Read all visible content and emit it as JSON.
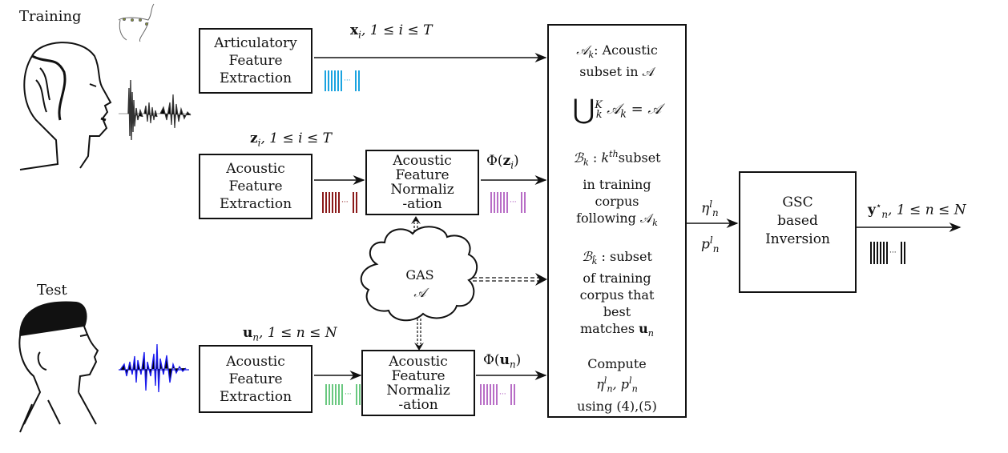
{
  "captions": {
    "training": "Training",
    "test": "Test"
  },
  "blocks": {
    "articulatory": [
      "Articulatory",
      "Feature",
      "Extraction"
    ],
    "acoustic_train": [
      "Acoustic",
      "Feature",
      "Extraction"
    ],
    "norm_train": [
      "Acoustic",
      "Feature",
      "Normaliz",
      "-ation"
    ],
    "acoustic_test": [
      "Acoustic",
      "Feature",
      "Extraction"
    ],
    "norm_test": [
      "Acoustic",
      "Feature",
      "Normaliz",
      "-ation"
    ],
    "gsc": [
      "GSC",
      "based",
      "Inversion"
    ],
    "gas": [
      "GAS",
      "𝒜"
    ]
  },
  "signals": {
    "x": {
      "var": "x",
      "sub": "i",
      "range": ", 1 ≤ i ≤ T"
    },
    "z": {
      "var": "z",
      "sub": "i",
      "range": ", 1 ≤ i ≤ T"
    },
    "phi_z": {
      "pre": "Φ(",
      "var": "z",
      "sub": "i",
      "post": ")"
    },
    "u": {
      "var": "u",
      "sub": "n",
      "range": ", 1 ≤ n ≤ N"
    },
    "phi_u": {
      "pre": "Φ(",
      "var": "u",
      "sub": "n",
      "post": ")"
    },
    "eta": {
      "var": "η",
      "sup": "l",
      "sub": "n"
    },
    "p": {
      "var": "p",
      "sup": "l",
      "sub": "n"
    },
    "y": {
      "var": "y",
      "sup": "⋆",
      "sub": "n",
      "range": ", 1 ≤ n ≤ N"
    }
  },
  "central_box": {
    "s1_sym": "𝒜",
    "s1_sub": "k",
    "s1_text": ": Acoustic",
    "s1_line2": "subset in 𝒜",
    "s2_union": "⋃",
    "s2_sup": "K",
    "s2_sub": "k",
    "s2_rest": "𝒜",
    "s2_rest_sub": "k",
    "s2_eq": " = 𝒜",
    "s3_sym": "ℬ",
    "s3_sub": "k",
    "s3_text": " : ",
    "s3_k": "k",
    "s3_sup": "th",
    "s3_tail": "subset",
    "s3_line2": "in training",
    "s3_line3": "corpus",
    "s3_line4": "following 𝒜",
    "s3_line4_sub": "k",
    "s4_sym": "ℬ",
    "s4_sub": "k̂",
    "s4_text": " : subset",
    "s4_line2": "of training",
    "s4_line3": "corpus that",
    "s4_line4": "best",
    "s4_line5": "matches ",
    "s4_u": "u",
    "s4_u_sub": "n",
    "s5_line1": "Compute",
    "s5_eta": "η",
    "s5_p": "p",
    "s5_sup": "l",
    "s5_sub": "n",
    "s5_line3": "using (4),(5)"
  },
  "colors": {
    "articulatory_bars": "#1aa3e0",
    "acoustic_train_bars": "#8b1a1a",
    "normalized_bars": "#a64ab8",
    "acoustic_test_bars": "#2bb14a",
    "output_bars": "#111111",
    "test_waveform": "#1a1aee",
    "train_waveform": "#333333"
  }
}
